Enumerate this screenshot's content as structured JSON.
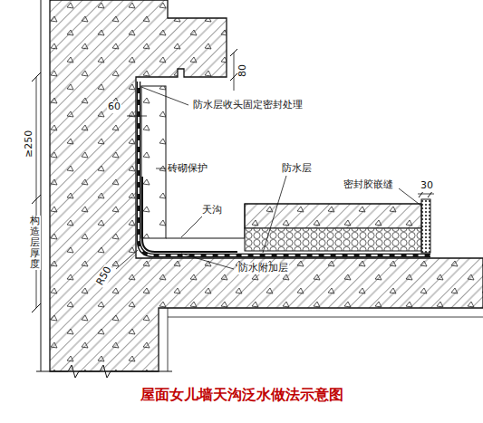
{
  "diagram": {
    "caption": "屋面女儿墙天沟泛水做法示意图",
    "labels": [
      "防水层收头固定密封处理",
      "60",
      "80",
      "≥250",
      "构造层厚度",
      "砖砌保护",
      "防水层",
      "密封胶嵌缝",
      "30",
      "天沟",
      "R50",
      "防水附加层"
    ]
  }
}
